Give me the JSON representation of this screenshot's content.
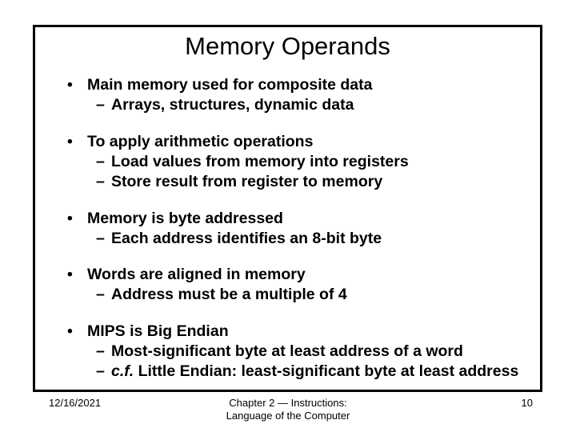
{
  "slide": {
    "title": "Memory Operands",
    "bullet_marker": "•",
    "dash_marker": "–",
    "groups": [
      {
        "main": "Main memory used for composite data",
        "subs": [
          {
            "text": "Arrays, structures, dynamic data"
          }
        ]
      },
      {
        "main": "To apply arithmetic operations",
        "subs": [
          {
            "text": "Load values from memory into registers"
          },
          {
            "text": "Store result from register to memory"
          }
        ]
      },
      {
        "main": "Memory is byte addressed",
        "subs": [
          {
            "text": "Each address identifies an 8-bit byte"
          }
        ]
      },
      {
        "main": "Words are aligned in memory",
        "subs": [
          {
            "text": "Address must be a multiple of 4"
          }
        ]
      },
      {
        "main": "MIPS is Big Endian",
        "subs": [
          {
            "text": "Most-significant byte at least address of a word"
          },
          {
            "italic_prefix": "c.f.",
            "text": " Little Endian: least-significant byte at least address"
          }
        ]
      }
    ]
  },
  "footer": {
    "date": "12/16/2021",
    "center_line1": "Chapter 2 — Instructions:",
    "center_line2": "Language of the Computer",
    "page_number": "10"
  },
  "colors": {
    "background": "#ffffff",
    "text": "#000000",
    "border": "#000000"
  }
}
